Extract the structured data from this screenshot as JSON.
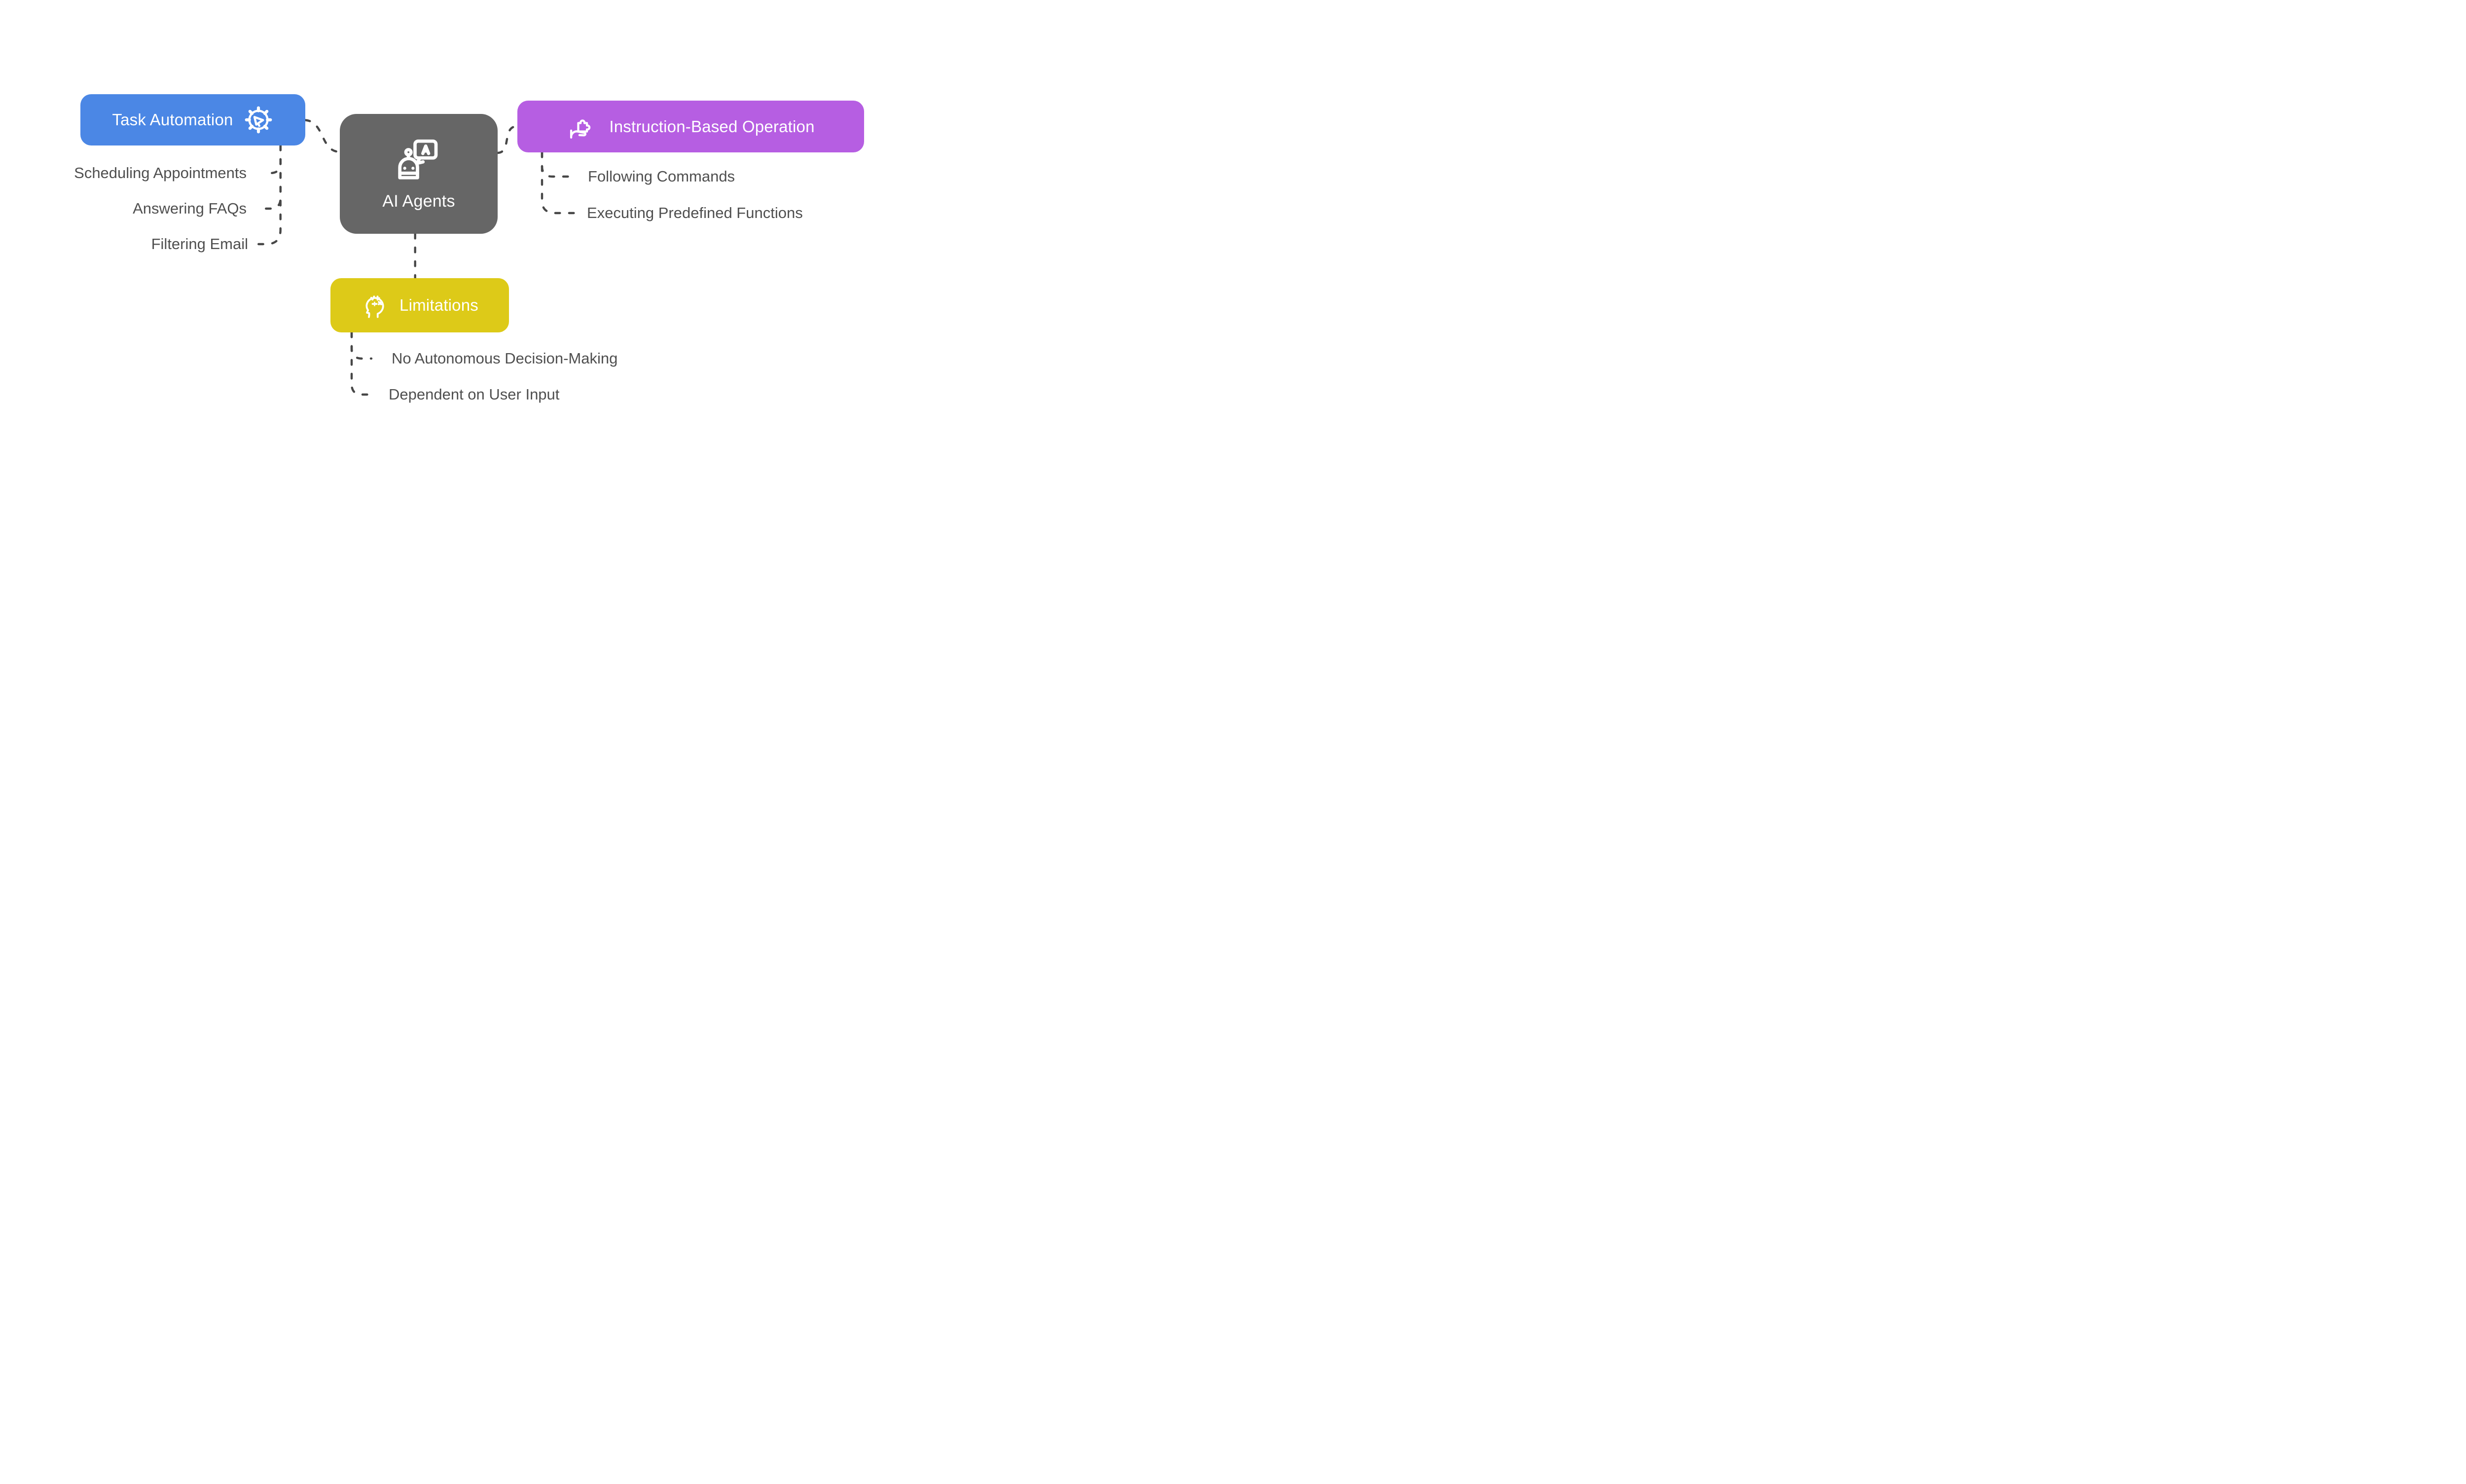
{
  "diagram_title": "AI Agents mind map",
  "center": {
    "label": "AI Agents",
    "icon": "robot-chat-icon"
  },
  "branches": [
    {
      "id": "task-automation",
      "label": "Task Automation",
      "icon": "gear-megaphone-icon",
      "color": "#4b87e5",
      "children": [
        "Scheduling Appointments",
        "Answering FAQs",
        "Filtering Email"
      ]
    },
    {
      "id": "instruction-based-operation",
      "label": "Instruction-Based Operation",
      "icon": "hand-puzzle-icon",
      "color": "#b65ee2",
      "children": [
        "Following Commands",
        "Executing Predefined Functions"
      ]
    },
    {
      "id": "limitations",
      "label": "Limitations",
      "icon": "head-math-icon",
      "color": "#ddca18",
      "children": [
        "No Autonomous Decision-Making",
        "Dependent on User Input"
      ]
    }
  ],
  "colors": {
    "center": "#666666",
    "task_automation": "#4b87e5",
    "instruction_based_operation": "#b65ee2",
    "limitations": "#ddca18",
    "connector": "#474747",
    "subitem_text": "#4f4f4f",
    "label_text": "#ffffff"
  }
}
